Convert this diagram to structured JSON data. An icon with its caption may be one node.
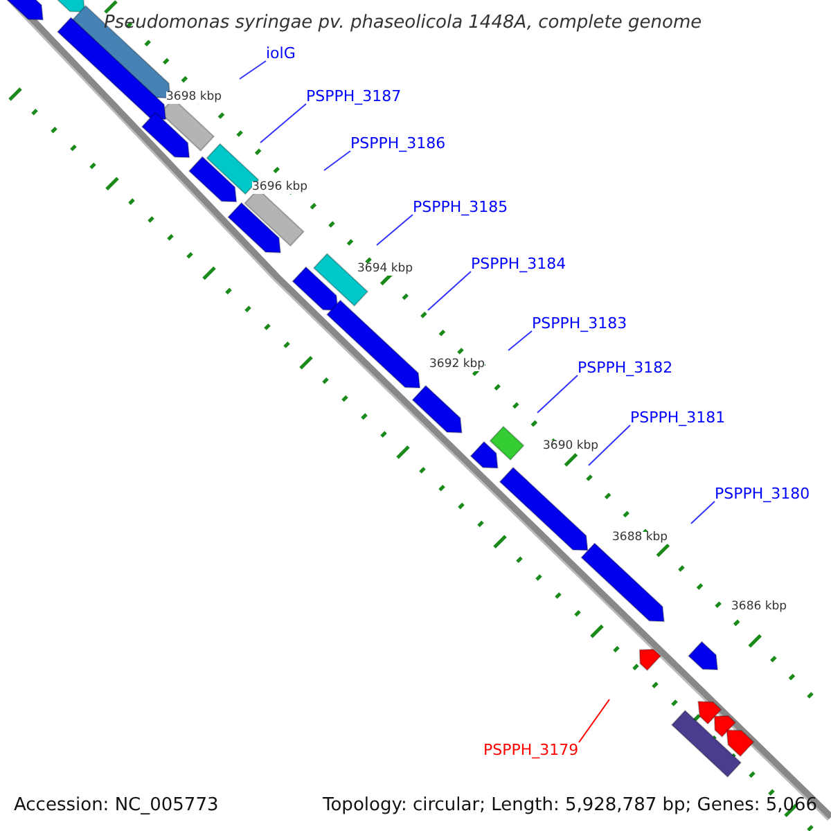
{
  "diagram": {
    "title": "Pseudomonas syringae pv. phaseolicola 1448A, complete genome",
    "nodes": [
      {
        "text": [
          "iolG"
        ]
      },
      {
        "text": [
          "PSPPH_3187"
        ]
      },
      {
        "text": [
          "PSPPH_3186"
        ]
      },
      {
        "text": [
          "PSPPH_3185"
        ]
      },
      {
        "text": [
          "PSPPH_3184"
        ]
      },
      {
        "text": [
          "PSPPH_3183"
        ]
      },
      {
        "text": [
          "PSPPH_3182"
        ]
      },
      {
        "text": [
          "PSPPH_3181"
        ]
      },
      {
        "text": [
          "PSPPH_3180"
        ]
      },
      {
        "text": [
          "PSPPH_3179"
        ]
      }
    ],
    "edges": [
      {
        "from": 0,
        "to": null,
        "arrow": "none"
      },
      {
        "from": 1,
        "to": null,
        "arrow": "none"
      },
      {
        "from": 2,
        "to": null,
        "arrow": "none"
      },
      {
        "from": 3,
        "to": null,
        "arrow": "none"
      },
      {
        "from": 4,
        "to": null,
        "arrow": "none"
      },
      {
        "from": 5,
        "to": null,
        "arrow": "none"
      },
      {
        "from": 6,
        "to": null,
        "arrow": "none"
      },
      {
        "from": 7,
        "to": null,
        "arrow": "none"
      },
      {
        "from": 8,
        "to": null,
        "arrow": "none"
      },
      {
        "from": 9,
        "to": null,
        "arrow": "none",
        "color": "#ff0000"
      }
    ],
    "labels": [
      "3698 kbp",
      "3696 kbp",
      "3694 kbp",
      "3692 kbp",
      "3690 kbp",
      "3688 kbp",
      "3686 kbp",
      "Accession: NC_005773",
      "Topology: circular; Length: 5,928,787 bp; Genes: 5,066"
    ]
  }
}
